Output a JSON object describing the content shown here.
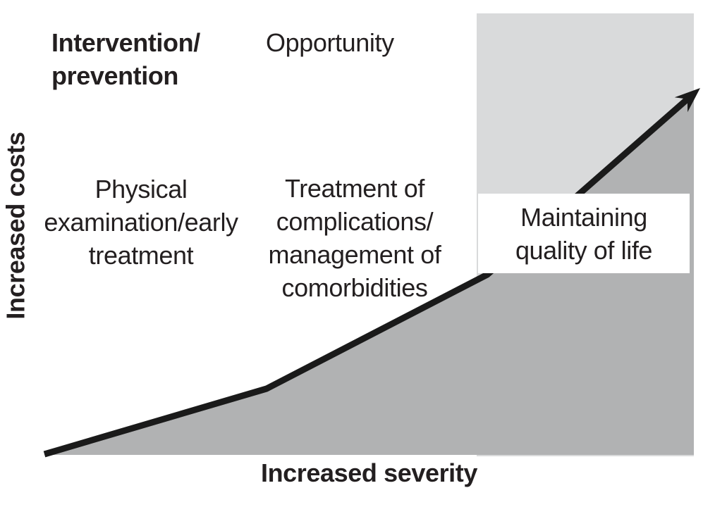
{
  "header": {
    "intervention_label": "Intervention/\nprevention",
    "opportunity_label": "Opportunity"
  },
  "axes": {
    "y_label": "Increased costs",
    "x_label": "Increased severity"
  },
  "stages": {
    "early_label": "Physical\nexamination/early\ntreatment",
    "complications_label": "Treatment of\ncomplications/\nmanagement of\ncomorbidities",
    "quality_label": "Maintaining\nquality of life"
  },
  "colors": {
    "opportunity_region": "#d9dadb",
    "cost_area": "#b1b2b3",
    "curve_line": "#1a1a1a",
    "text": "#231f20",
    "quality_box_bg": "#ffffff"
  }
}
